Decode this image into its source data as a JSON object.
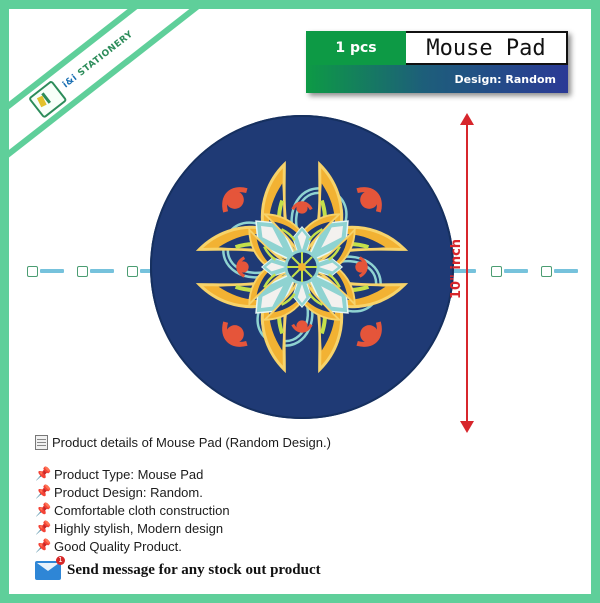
{
  "logo": {
    "line1": "STATIONERY",
    "line2": "i&i"
  },
  "badge": {
    "quantity": "1 pcs",
    "title": "Mouse Pad",
    "design": "Design: Random"
  },
  "measurement": {
    "label": "10\" inch"
  },
  "details": {
    "heading": "Product details of Mouse Pad (Random Design.)",
    "items": [
      "Product Type: Mouse Pad",
      "Product Design: Random.",
      "Comfortable cloth construction",
      "Highly stylish, Modern design",
      "Good Quality Product."
    ]
  },
  "message": {
    "text": "Send message for any stock out product",
    "badge_count": "1"
  },
  "colors": {
    "frame": "#5fcf9a",
    "pad": "#1f3a75",
    "accent_red": "#d7262c",
    "badge_green": "#0d9a45",
    "badge_blue": "#2b3a96"
  },
  "icons": [
    "notepad-icon",
    "pushpin-icon",
    "mail-icon",
    "measure-arrow-icon",
    "logo-icon"
  ]
}
